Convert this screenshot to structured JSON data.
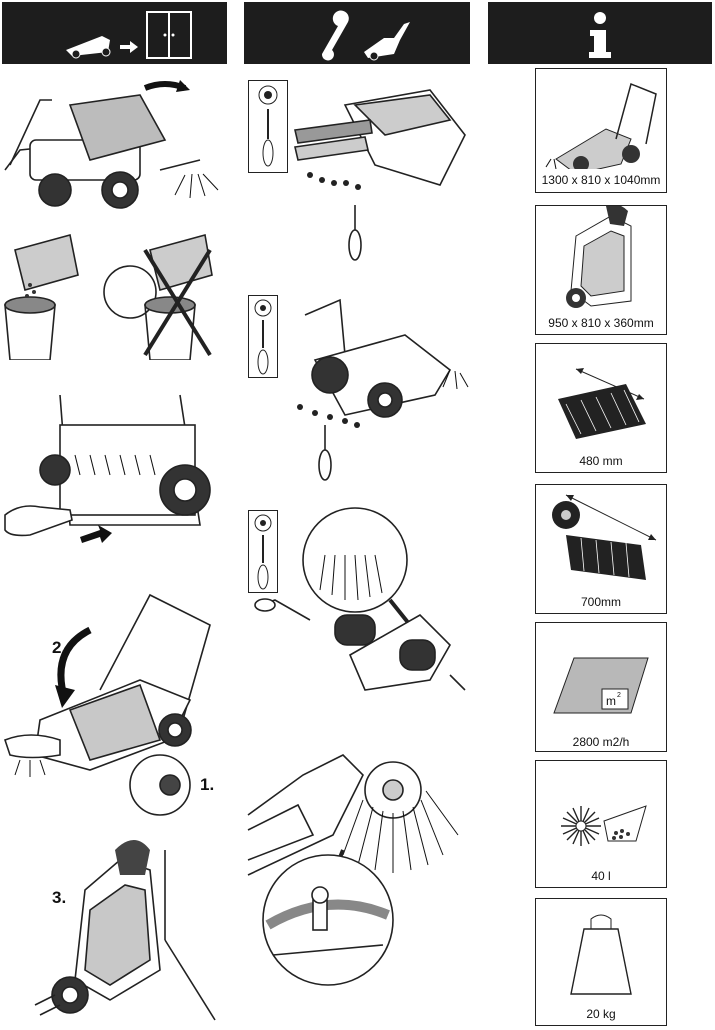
{
  "specs": [
    {
      "value": "1300 x 810 x 1040mm",
      "icon": "sweeper-dimensions-icon"
    },
    {
      "value": "950 x 810 x 360mm",
      "icon": "folded-sweeper-icon"
    },
    {
      "value": "480 mm",
      "icon": "main-brush-length-icon"
    },
    {
      "value": "700mm",
      "icon": "brush-width-icon"
    },
    {
      "value": "2800 m2/h",
      "icon": "area-performance-icon",
      "unit_sup": "2",
      "unit_letter": "m"
    },
    {
      "value": "40 l",
      "icon": "container-volume-icon"
    },
    {
      "value": "20 kg",
      "icon": "weight-icon"
    }
  ],
  "steps": {
    "s2": "2.",
    "s1": "1.",
    "s3": "3."
  },
  "colors": {
    "header": "#1d1d1d",
    "gray": "#b8b8b8",
    "line": "#222222"
  }
}
